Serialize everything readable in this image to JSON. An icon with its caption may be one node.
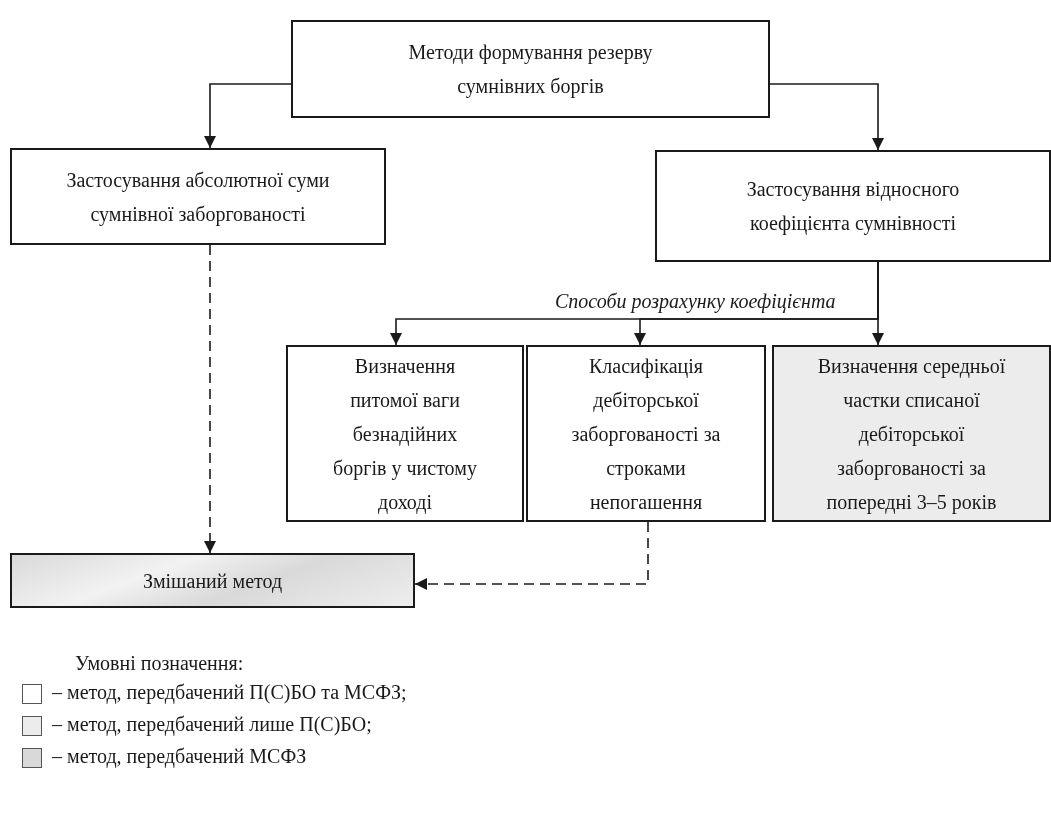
{
  "diagram": {
    "nodes": [
      {
        "text": [
          "Методи формування резерву сумнівних боргів"
        ]
      },
      {
        "text": [
          "Застосування абсолютної суми сумнівної заборгованості"
        ]
      },
      {
        "text": [
          "Застосування відносного коефіцієнта сумнівності"
        ]
      },
      {
        "text": [
          "Визначення питомої ваги безнадійних боргів у чистому доході"
        ]
      },
      {
        "text": [
          "Класифікація дебіторської заборгованості за строками непогашення"
        ]
      },
      {
        "text": [
          "Визначення середньої частки списаної дебіторської заборгованості за попередні 3–5 років"
        ]
      },
      {
        "text": [
          "Змішаний метод"
        ]
      }
    ],
    "edges": [
      {
        "from": 0,
        "to": 1,
        "arrow": "to"
      },
      {
        "from": 0,
        "to": 2,
        "arrow": "to"
      },
      {
        "from": 2,
        "to": 3,
        "arrow": "to"
      },
      {
        "from": 2,
        "to": 4,
        "arrow": "to",
        "label": "Способи розрахунку коефіцієнта"
      },
      {
        "from": 2,
        "to": 5,
        "arrow": "to"
      },
      {
        "from": 1,
        "to": 6,
        "arrow": "to",
        "style": "dashed"
      },
      {
        "from": 4,
        "to": 6,
        "arrow": "to",
        "style": "dashed"
      }
    ],
    "labels": [
      "Умовні позначення:"
    ],
    "legend": [
      {
        "text": "– метод, передбачений П(С)БО та МСФЗ;",
        "color": "#ffffff"
      },
      {
        "text": "– метод, передбачений лише П(С)БО;",
        "color": "#ececec"
      },
      {
        "text": "– метод, передбачений МСФЗ",
        "color": "#d9d9d9"
      }
    ]
  }
}
